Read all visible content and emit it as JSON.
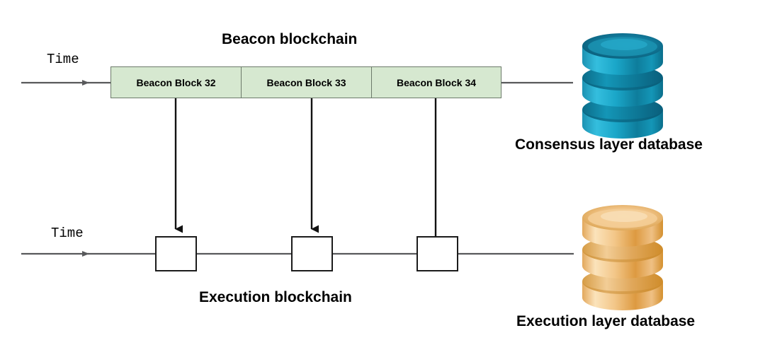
{
  "diagram": {
    "title_beacon": "Beacon blockchain",
    "title_execution": "Execution blockchain",
    "time_label_top": "Time",
    "time_label_bottom": "Time",
    "beacon_blocks": [
      {
        "label": "Beacon Block 32"
      },
      {
        "label": "Beacon Block 33"
      },
      {
        "label": "Beacon Block 34"
      }
    ],
    "execution_blocks": [
      {
        "label": ""
      },
      {
        "label": ""
      },
      {
        "label": ""
      }
    ],
    "databases": [
      {
        "name": "consensus-layer-database",
        "label": "Consensus layer database",
        "color": "#1b8fae"
      },
      {
        "name": "execution-layer-database",
        "label": "Execution layer database",
        "color": "#e8a952"
      }
    ],
    "colors": {
      "beacon_block_fill": "#d6e8d0",
      "beacon_block_stroke": "#6c7a6a",
      "execution_block_fill": "#ffffff",
      "execution_block_stroke": "#1b1b1b",
      "timeline_stroke": "#58595b",
      "connector_stroke": "#1b1b1b",
      "text": "#000000",
      "background": "#ffffff",
      "db_teal_light": "#35c6e8",
      "db_teal_dark": "#0b6f8c",
      "db_orange_light": "#fbe0b0",
      "db_orange_dark": "#d88f2e"
    }
  }
}
